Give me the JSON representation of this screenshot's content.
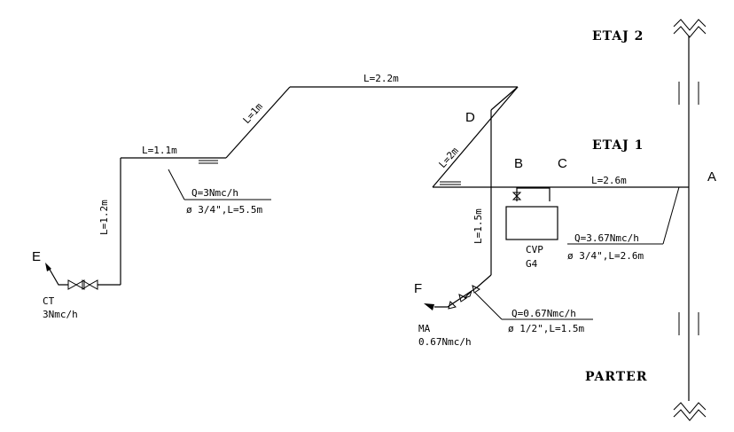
{
  "floors": {
    "top": "ETAJ 2",
    "middle": "ETAJ 1",
    "bottom": "PARTER"
  },
  "points": {
    "A": "A",
    "B": "B",
    "C": "C",
    "D": "D",
    "E": "E",
    "F": "F"
  },
  "segments": {
    "e_riser": "L=1.2m",
    "e_top": "L=1.1m",
    "diag_left": "L=1m",
    "top_run": "L=2.2m",
    "diag_right": "L=2m",
    "drop_f": "L=1.5m",
    "run_a": "L=2.6m"
  },
  "flows": {
    "ab": {
      "q": "Q=3.67Nmc/h",
      "d": "ø 3/4\",L=2.6m"
    },
    "left": {
      "q": "Q=3Nmc/h",
      "d": "ø 3/4\",L=5.5m"
    },
    "f": {
      "q": "Q=0.67Nmc/h",
      "d": "ø 1/2\",L=1.5m"
    }
  },
  "consumers": {
    "ct_name": "CT",
    "ct_flow": "3Nmc/h",
    "ma_name": "MA",
    "ma_flow": "0.67Nmc/h",
    "cvp_name": "CVP",
    "cvp_type": "G4"
  }
}
